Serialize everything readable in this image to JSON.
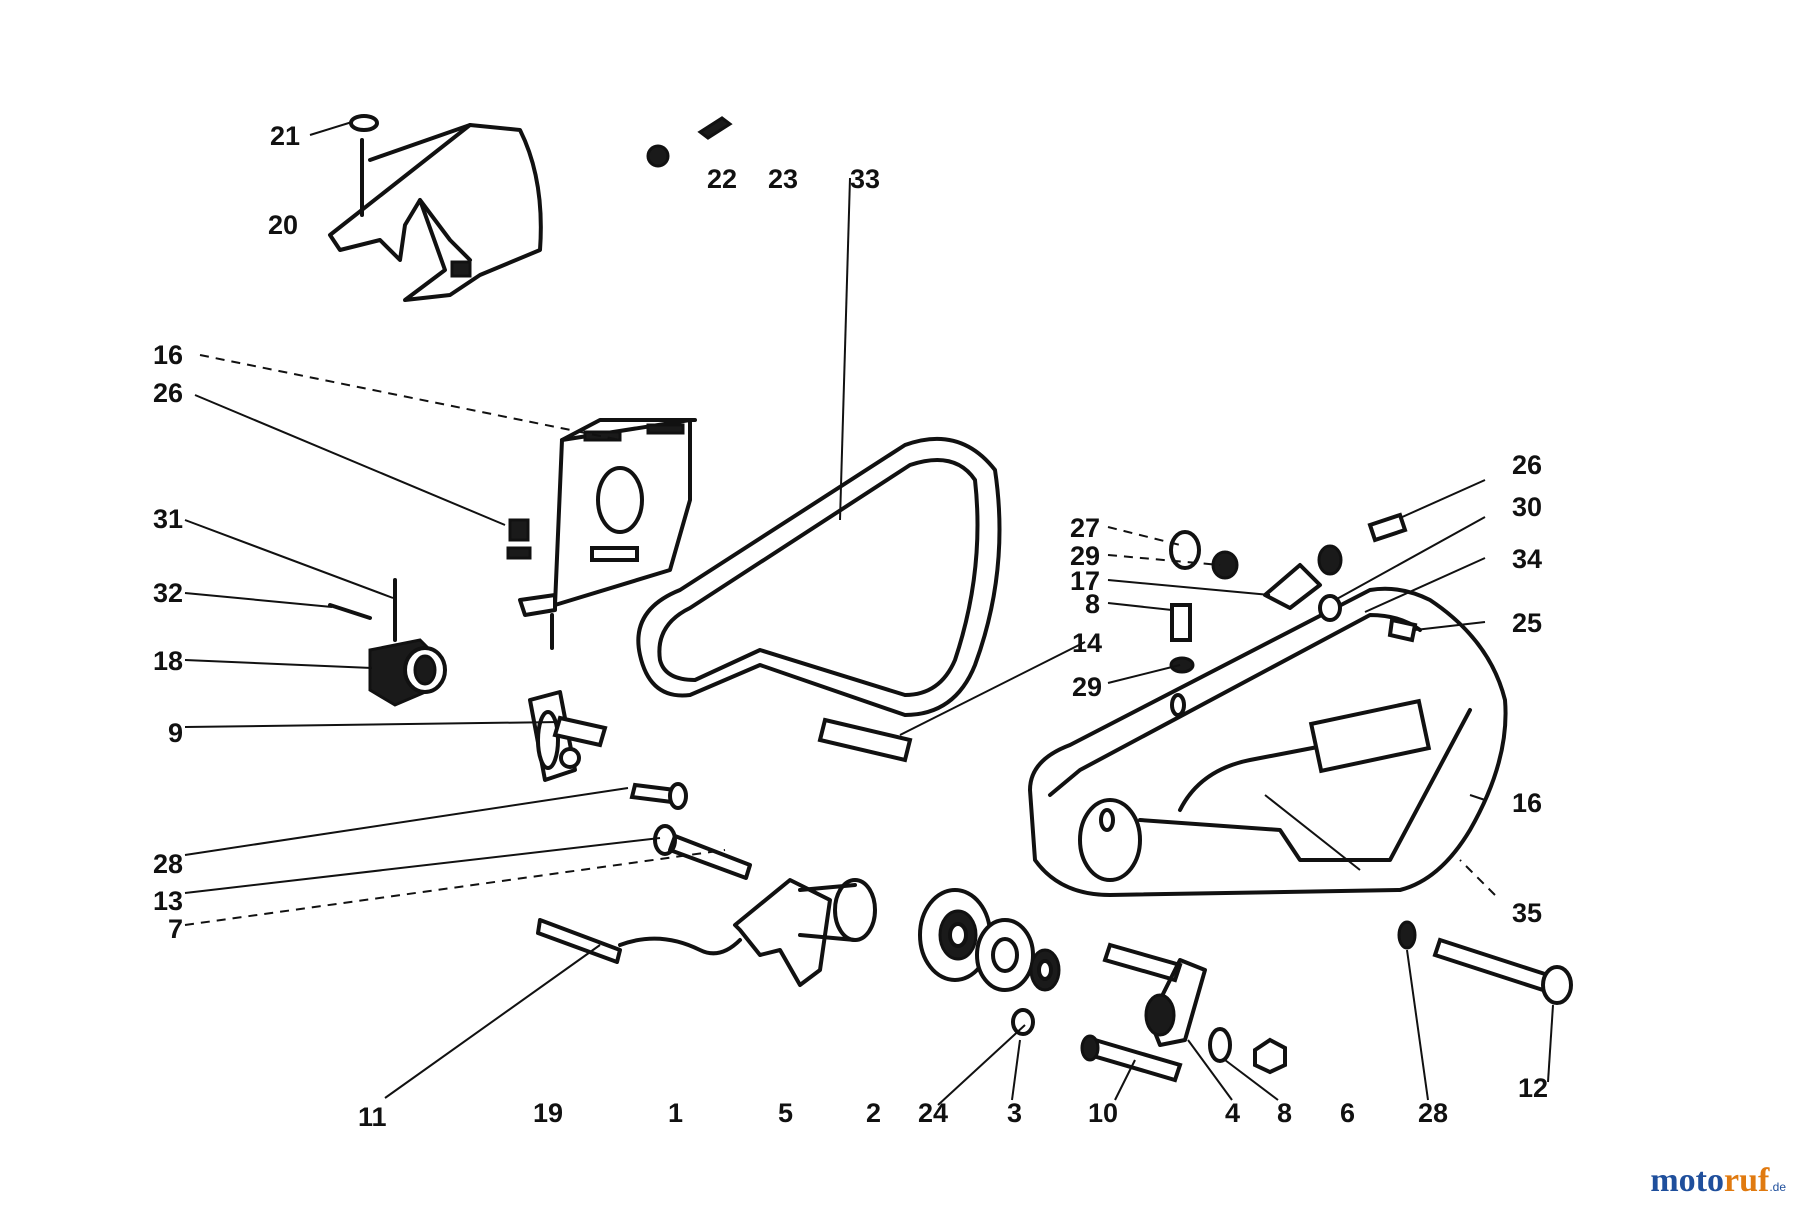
{
  "diagram": {
    "callouts": [
      {
        "id": "c21",
        "text": "21"
      },
      {
        "id": "c20",
        "text": "20"
      },
      {
        "id": "c22",
        "text": "22"
      },
      {
        "id": "c23",
        "text": "23"
      },
      {
        "id": "c33",
        "text": "33"
      },
      {
        "id": "c16a",
        "text": "16"
      },
      {
        "id": "c26a",
        "text": "26"
      },
      {
        "id": "c31",
        "text": "31"
      },
      {
        "id": "c32",
        "text": "32"
      },
      {
        "id": "c18",
        "text": "18"
      },
      {
        "id": "c9",
        "text": "9"
      },
      {
        "id": "c28a",
        "text": "28"
      },
      {
        "id": "c13",
        "text": "13"
      },
      {
        "id": "c7",
        "text": "7"
      },
      {
        "id": "c14",
        "text": "14"
      },
      {
        "id": "c27",
        "text": "27"
      },
      {
        "id": "c29a",
        "text": "29"
      },
      {
        "id": "c17",
        "text": "17"
      },
      {
        "id": "c8a",
        "text": "8"
      },
      {
        "id": "c29b",
        "text": "29"
      },
      {
        "id": "c26b",
        "text": "26"
      },
      {
        "id": "c30",
        "text": "30"
      },
      {
        "id": "c34",
        "text": "34"
      },
      {
        "id": "c25",
        "text": "25"
      },
      {
        "id": "c16b",
        "text": "16"
      },
      {
        "id": "c35",
        "text": "35"
      },
      {
        "id": "c11",
        "text": "11"
      },
      {
        "id": "c19",
        "text": "19"
      },
      {
        "id": "c1",
        "text": "1"
      },
      {
        "id": "c5",
        "text": "5"
      },
      {
        "id": "c2",
        "text": "2"
      },
      {
        "id": "c24",
        "text": "24"
      },
      {
        "id": "c3",
        "text": "3"
      },
      {
        "id": "c10",
        "text": "10"
      },
      {
        "id": "c4",
        "text": "4"
      },
      {
        "id": "c8b",
        "text": "8"
      },
      {
        "id": "c6",
        "text": "6"
      },
      {
        "id": "c28b",
        "text": "28"
      },
      {
        "id": "c12",
        "text": "12"
      }
    ]
  },
  "watermark": {
    "part1": "moto",
    "part2": "ruf",
    "part3": ".de"
  }
}
